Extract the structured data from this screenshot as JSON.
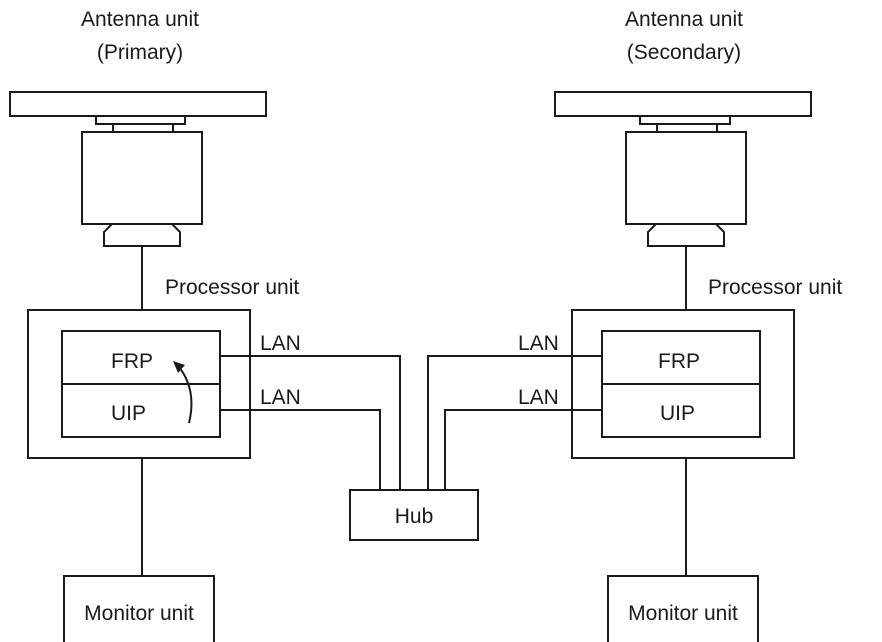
{
  "primary": {
    "antenna_line1": "Antenna unit",
    "antenna_line2": "(Primary)",
    "processor_label": "Processor unit",
    "frp_label": "FRP",
    "uip_label": "UIP",
    "lan_top_label": "LAN",
    "lan_bottom_label": "LAN",
    "monitor_label": "Monitor unit"
  },
  "secondary": {
    "antenna_line1": "Antenna unit",
    "antenna_line2": "(Secondary)",
    "processor_label": "Processor unit",
    "frp_label": "FRP",
    "uip_label": "UIP",
    "lan_top_label": "LAN",
    "lan_bottom_label": "LAN",
    "monitor_label": "Monitor unit"
  },
  "hub": {
    "label": "Hub"
  },
  "icons": {
    "antenna": "radar-antenna-icon",
    "arrow": "curved-arrow-icon"
  },
  "colors": {
    "line": "#1a1a1a",
    "background": "#ffffff"
  }
}
